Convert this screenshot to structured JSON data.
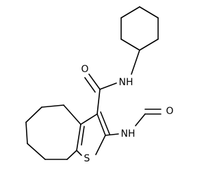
{
  "structure": {
    "atoms": {
      "amide_oxygen": "O",
      "amide_nitrogen": "NH",
      "formyl_oxygen": "O",
      "formamide_nitrogen": "NH",
      "ring_sulfur": "S"
    }
  }
}
